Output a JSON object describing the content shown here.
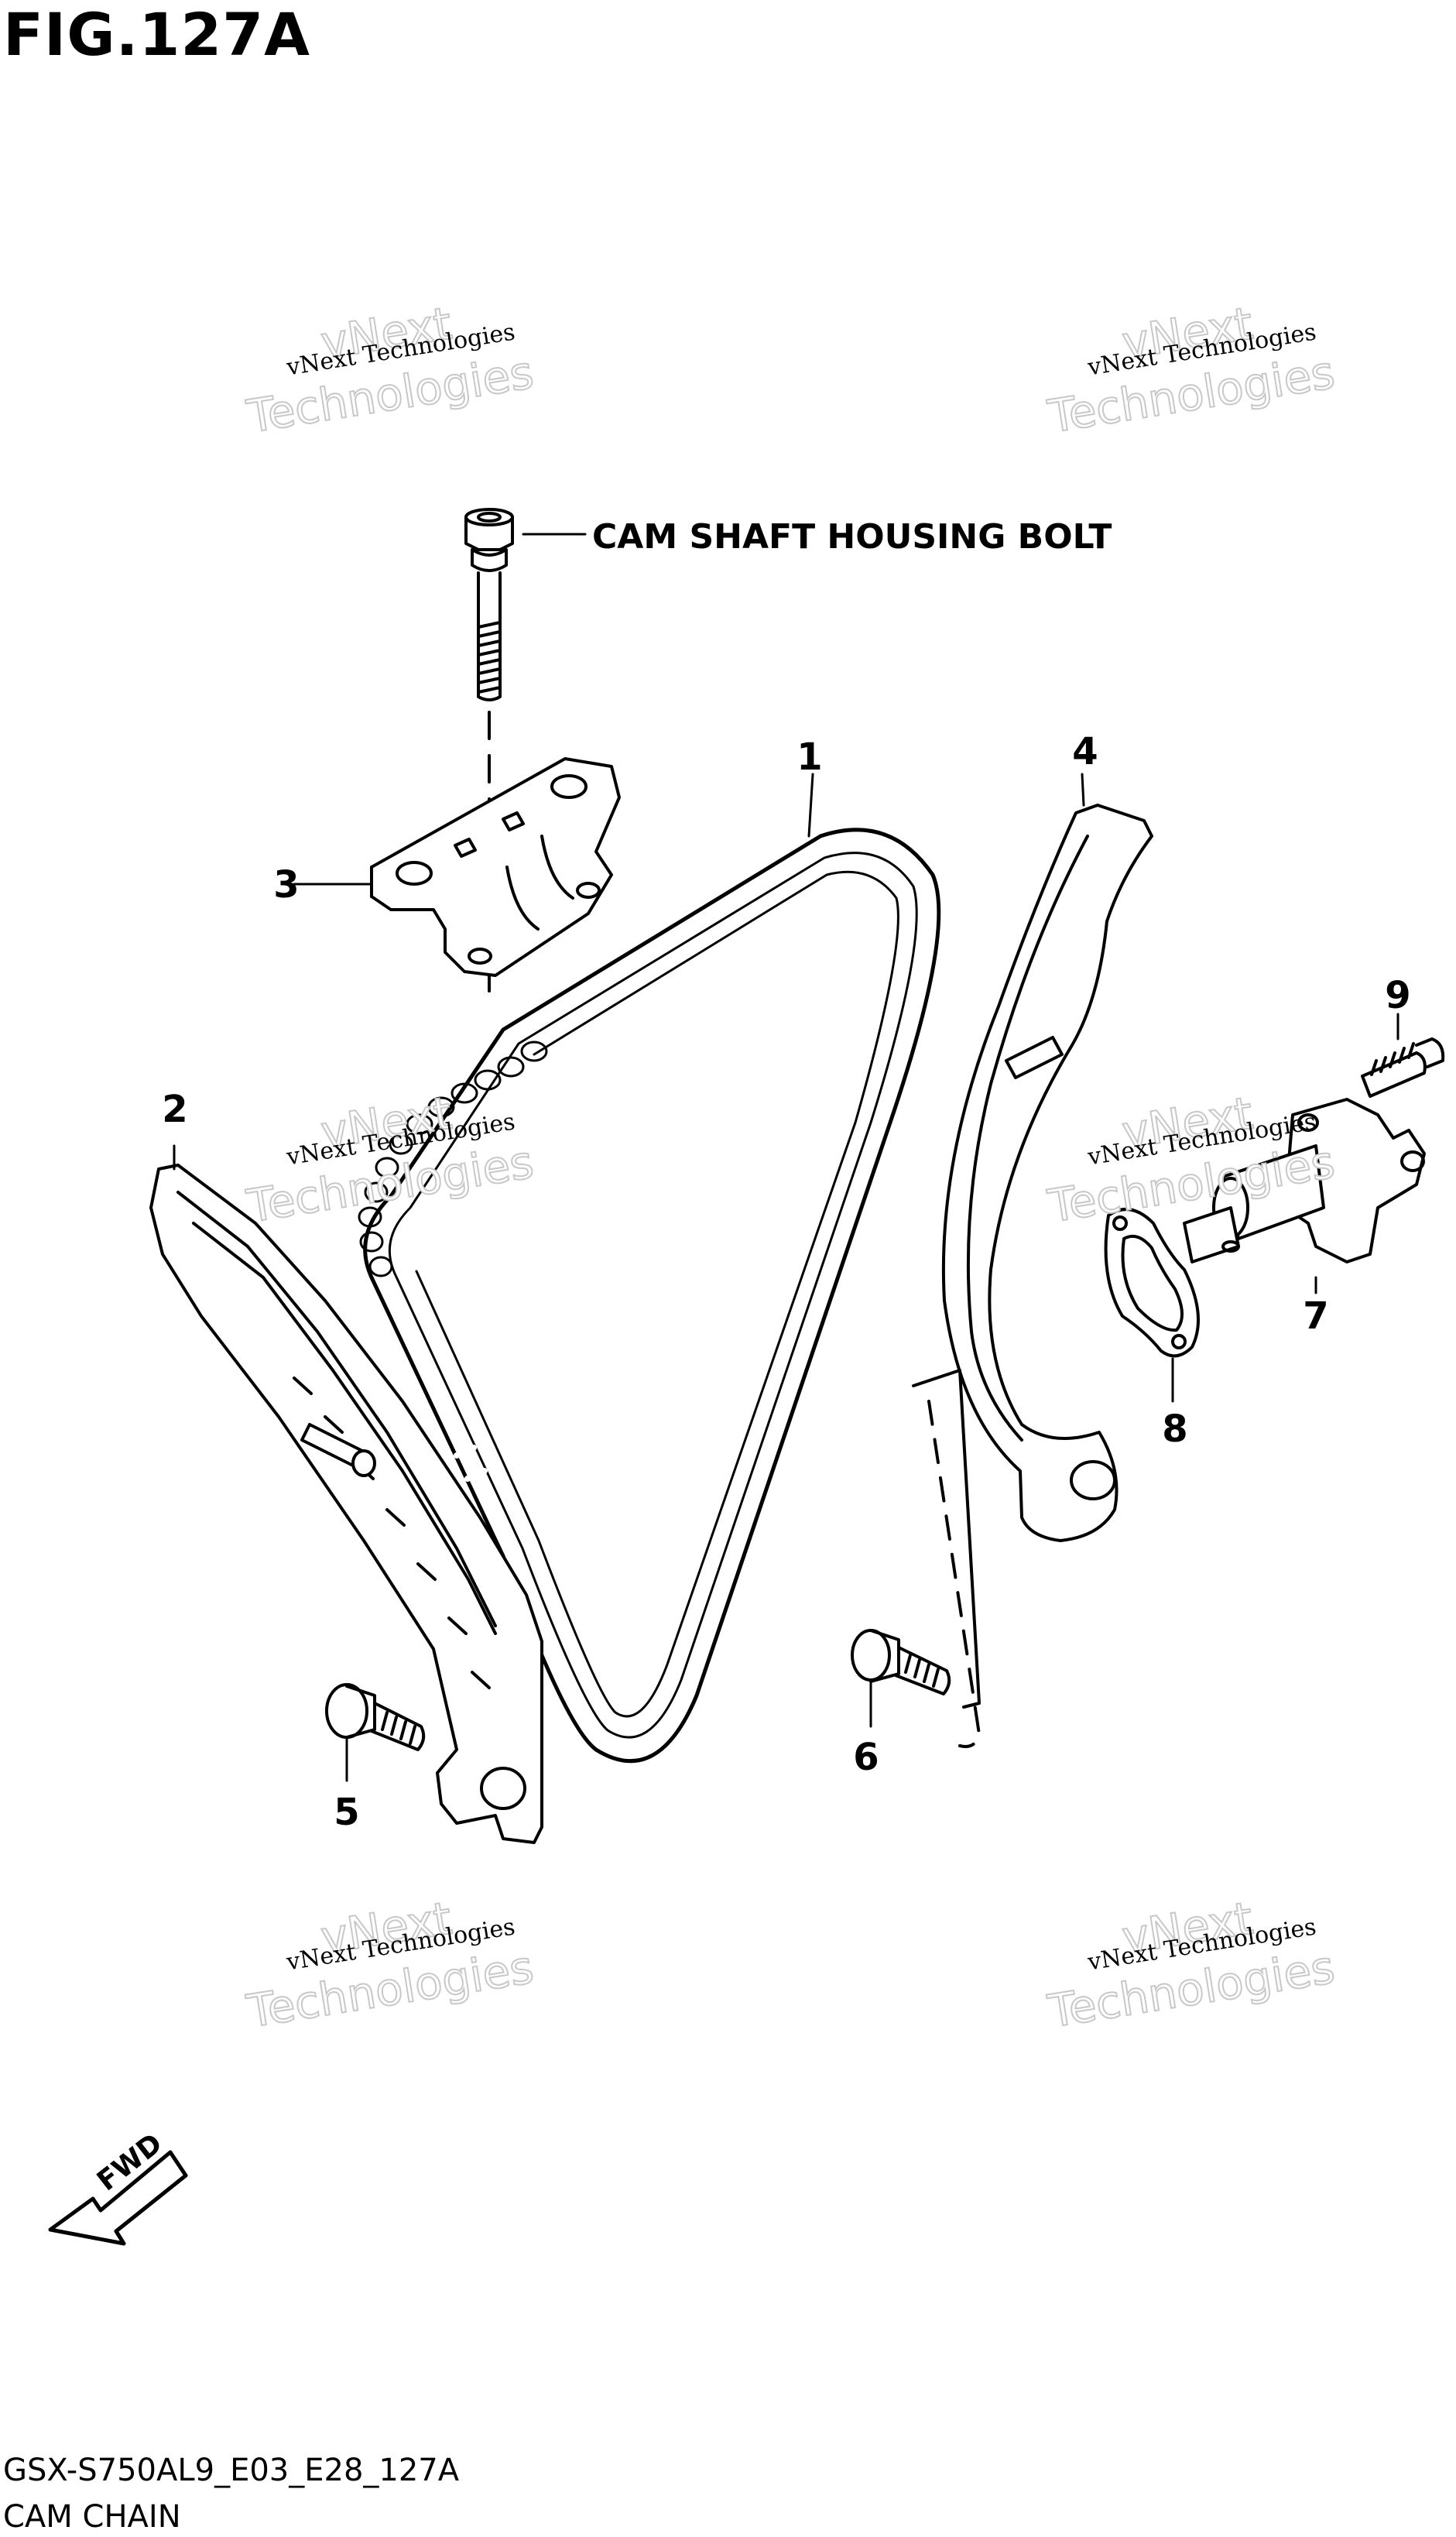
{
  "figure": {
    "title": "FIG.127A",
    "callout_label": "CAM SHAFT HOUSING BOLT",
    "fwd_label": "FWD"
  },
  "parts": [
    {
      "ref": "1"
    },
    {
      "ref": "2"
    },
    {
      "ref": "3"
    },
    {
      "ref": "4"
    },
    {
      "ref": "5"
    },
    {
      "ref": "6"
    },
    {
      "ref": "7"
    },
    {
      "ref": "8"
    },
    {
      "ref": "9"
    }
  ],
  "watermark": {
    "small_text": "vNext Technologies",
    "big_line1": "vNext",
    "big_line2": "Technologies"
  },
  "footer": {
    "code": "GSX-S750AL9_E03_E28_127A",
    "name": "CAM CHAIN"
  }
}
